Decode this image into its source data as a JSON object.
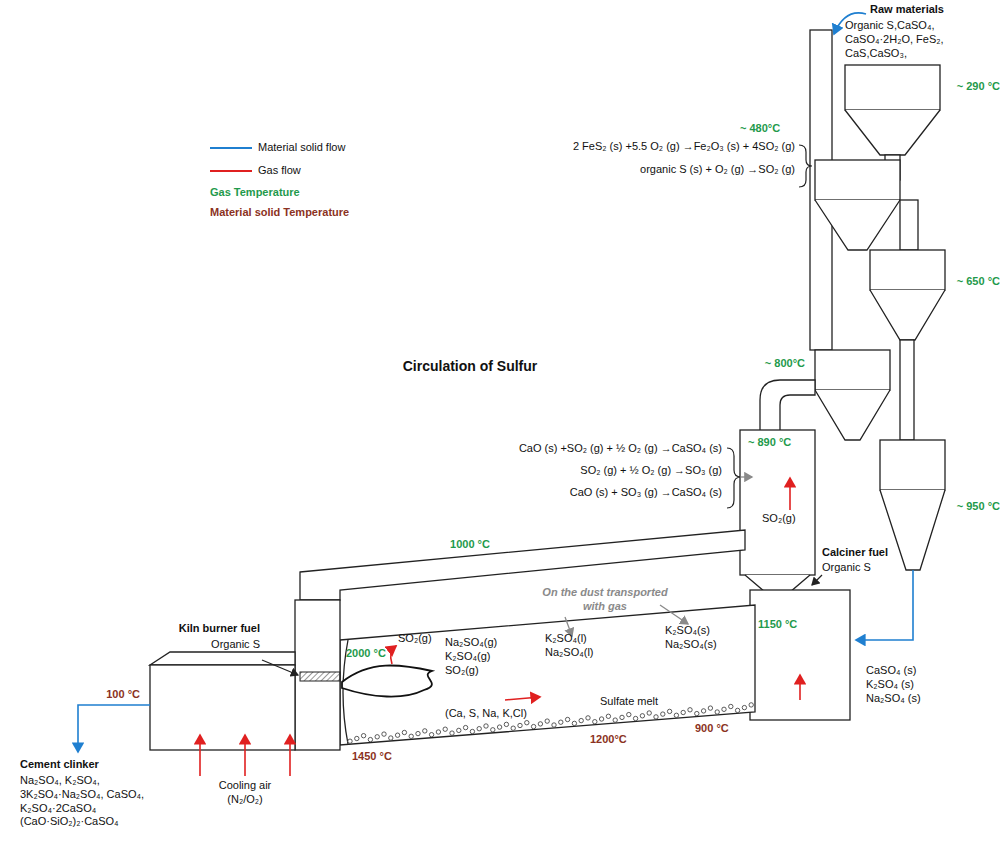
{
  "diagram": {
    "labels": [
      "Raw materials",
      "Organic S,CaSO₄, CaSO₄·2H₂O, FeS₂, CaS,CaSO₃,",
      "~ 290 °C",
      "~ 480°C",
      "2 FeS₂ (s) +5.5 O₂ (g) →Fe₂O₃ (s) + 4SO₂ (g)",
      "organic S (s) + O₂ (g) →SO₂ (g)",
      "~ 650 °C",
      "Circulation of Sulfur",
      "~ 800°C",
      "~ 890 °C",
      "CaO (s) +SO₂ (g) + ½ O₂ (g) →CaSO₄ (s)",
      "SO₂ (g) + ½ O₂ (g) →SO₃ (g)",
      "CaO (s) + SO₃ (g) →CaSO₄ (s)",
      "~ 950 °C",
      "SO₂(g)",
      "On the dust transported with gas",
      "1000 °C",
      "Calciner fuel",
      "Organic S",
      "1150 °C",
      "CaSO₄ (s) K₂SO₄ (s) Na₂SO₄ (s)",
      "Kiln burner fuel",
      "Organic S",
      "2000 °C",
      "SO₂(g)",
      "Na₂SO₄(g) K₂SO₄(g) SO₂(g)",
      "K₂SO₄(l) Na₂SO₄(l)",
      "K₂SO₄(s) Na₂SO₄(s)",
      "(Ca, S, Na, K,Cl)",
      "Sulfate melt",
      "1450 °C",
      "1200°C",
      "900 °C",
      "100 °C",
      "Cement clinker",
      "Na₂SO₄, K₂SO₄, 3K₂SO₄·Na₂SO₄, CaSO₄, K₂SO₄·2CaSO₄ (CaO·SiO₂)₂·CaSO₄",
      "Cooling air (N₂/O₂)"
    ],
    "legend": [
      {
        "text": "Material solid flow"
      },
      {
        "text": "Gas flow"
      },
      {
        "text": "Gas Temperature"
      },
      {
        "text": "Material solid Temperature"
      }
    ]
  }
}
